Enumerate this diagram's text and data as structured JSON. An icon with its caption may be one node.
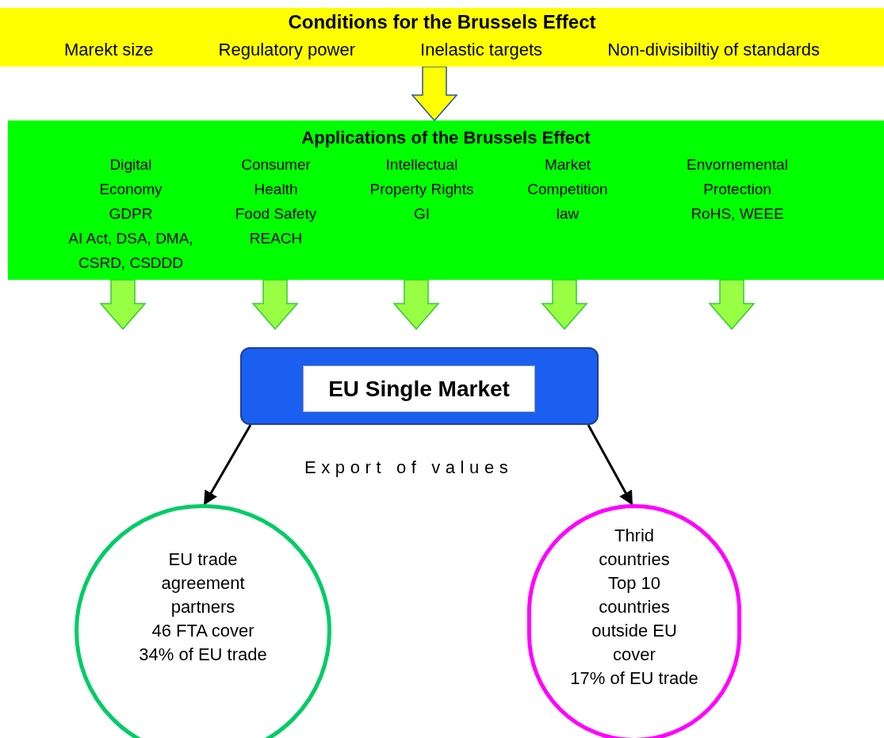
{
  "diagram": {
    "nodes": [
      {
        "text": [
          "Conditions for the Brussels Effect",
          "Marekt size",
          "Regulatory power",
          "Inelastic targets",
          "Non-divisibiltiy of standards"
        ]
      },
      {
        "text": [
          "Applications of the Brussels Effect",
          "Digital Economy",
          "GDPR",
          "AI Act, DSA, DMA, CSRD, CSDDD",
          "Consumer Health",
          "Food Safety",
          "REACH",
          "Intellectual Property Rights",
          "GI",
          "Market Competition law",
          "Envornemental Protection",
          "RoHS, WEEE"
        ]
      },
      {
        "text": [],
        "shape": "box"
      },
      {
        "text": [
          "EU Single Market"
        ],
        "in": 2
      },
      {
        "text": [
          "EU trade agreement partners",
          "46 FTA cover",
          "34% of  EU trade"
        ]
      },
      {
        "text": [
          "Thrid countries",
          "Top 10 countries outside EU cover",
          "17% of  EU trade"
        ]
      }
    ],
    "edges": [
      {
        "from": 0,
        "to": 1,
        "arrow": "to",
        "style": "thick",
        "color": "#ffff00"
      },
      {
        "from": 1,
        "to": null,
        "arrow": "to",
        "style": "thick",
        "color": "#99ff44"
      },
      {
        "from": 1,
        "to": null,
        "arrow": "to",
        "style": "thick",
        "color": "#99ff44"
      },
      {
        "from": 1,
        "to": null,
        "arrow": "to",
        "style": "thick",
        "color": "#99ff44"
      },
      {
        "from": 1,
        "to": null,
        "arrow": "to",
        "style": "thick",
        "color": "#99ff44"
      },
      {
        "from": 1,
        "to": null,
        "arrow": "to",
        "style": "thick",
        "color": "#99ff44"
      },
      {
        "from": 2,
        "to": 4,
        "arrow": "to"
      },
      {
        "from": 2,
        "to": 5,
        "arrow": "to"
      }
    ],
    "labels": [
      "Export of values"
    ]
  }
}
